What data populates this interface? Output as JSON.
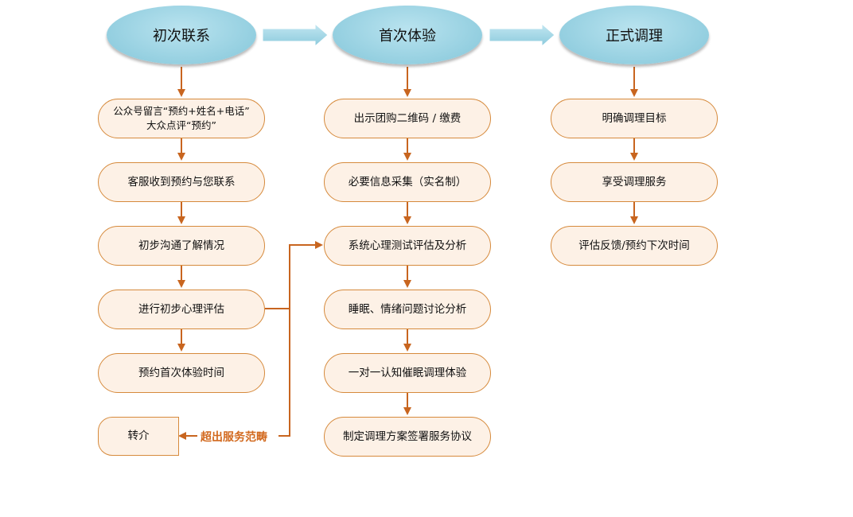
{
  "headers": {
    "contact": "初次联系",
    "experience": "首次体验",
    "formal": "正式调理"
  },
  "contact_steps": {
    "s1_line1": "公众号留言“预约+姓名+电话”",
    "s1_line2": "大众点评“预约”",
    "s2": "客服收到预约与您联系",
    "s3": "初步沟通了解情况",
    "s4": "进行初步心理评估",
    "s5": "预约首次体验时间",
    "s6": "转介"
  },
  "experience_steps": {
    "s1": "出示团购二维码 / 缴费",
    "s2": "必要信息采集（实名制）",
    "s3": "系统心理测试评估及分析",
    "s4": "睡眠、情绪问题讨论分析",
    "s5": "一对一认知催眠调理体验",
    "s6": "制定调理方案签署服务协议"
  },
  "formal_steps": {
    "s1": "明确调理目标",
    "s2": "享受调理服务",
    "s3": "评估反馈/预约下次时间"
  },
  "branch_label": "超出服务范畴",
  "colors": {
    "header_fill": "#94cfe0",
    "step_fill": "#fdf1e6",
    "step_border": "#d68a3c",
    "connector": "#c8651f",
    "branch_text": "#d2691e",
    "big_arrow": "#9fd3e3"
  }
}
